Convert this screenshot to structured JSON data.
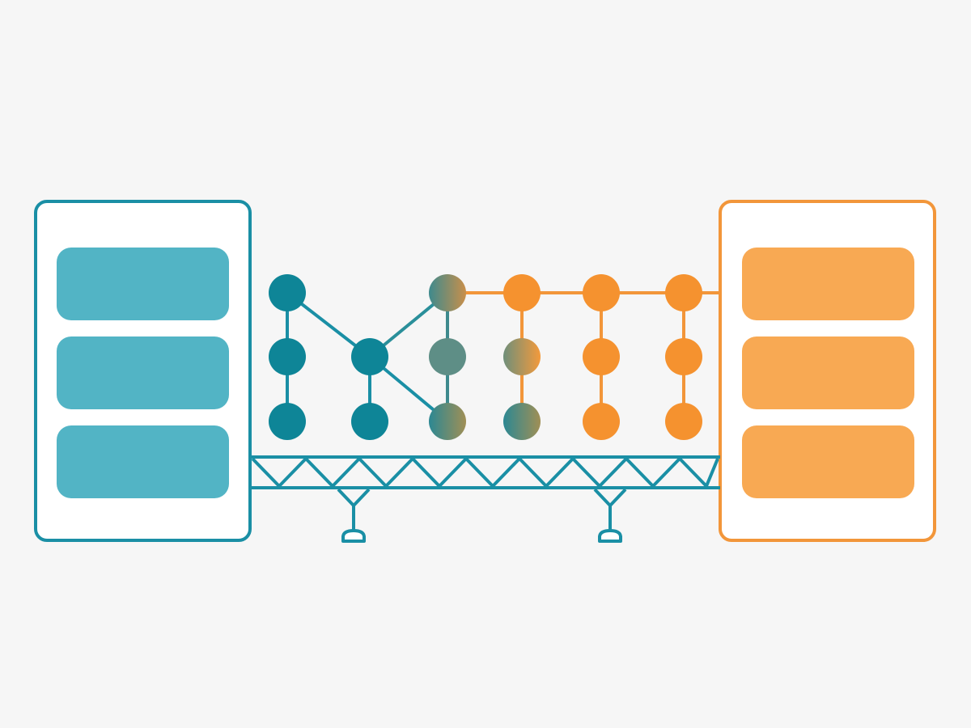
{
  "diagram": {
    "description_visible_text": "",
    "colors": {
      "background": "#f6f6f6",
      "teal_stroke": "#1a8fa5",
      "teal_fill": "#52b4c5",
      "teal_node": "#0e8597",
      "mid_node": "#5e8e86",
      "orange_stroke": "#f2963a",
      "orange_fill": "#f8a953",
      "orange_node": "#f5922f",
      "bridge": "#1a8fa5"
    },
    "left_panel": {
      "kind": "server-stack",
      "color": "teal",
      "blocks": 3
    },
    "right_panel": {
      "kind": "server-stack",
      "color": "orange",
      "blocks": 3
    },
    "network": {
      "rows": 3,
      "columns": 6,
      "node_colors": [
        [
          "teal",
          "mid",
          "orange",
          "orange",
          "orange"
        ],
        [
          "teal",
          "teal",
          "mid",
          "orange",
          "orange",
          "orange"
        ],
        [
          "teal",
          "teal",
          "mid",
          "mid",
          "orange",
          "orange"
        ]
      ]
    },
    "bridge": {
      "kind": "truss",
      "supports": 2
    }
  }
}
